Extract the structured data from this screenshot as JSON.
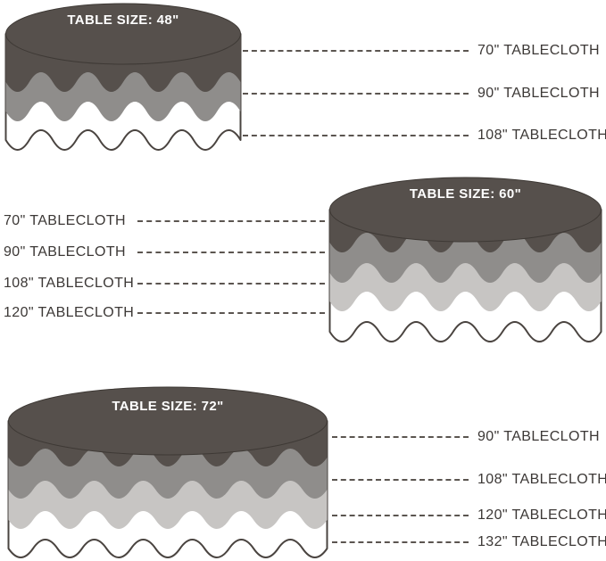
{
  "colors": {
    "table_dark": "#56504C",
    "table_outline": "#3E3935",
    "cloth_medium": "#8F8D8B",
    "cloth_light": "#C7C5C3",
    "cloth_white": "#FFFFFF",
    "wave_outline": "#4A4440",
    "leader_line": "#5B5550",
    "label_text": "#3C3836",
    "title_text": "#FFFFFF"
  },
  "diagrams": [
    {
      "id": "table-48",
      "title": "TABLE SIZE: 48\"",
      "label_side": "right",
      "labels": [
        "70\" TABLECLOTH",
        "90\" TABLECLOTH",
        "108\" TABLECLOTH"
      ]
    },
    {
      "id": "table-60",
      "title": "TABLE SIZE: 60\"",
      "label_side": "left",
      "labels": [
        "70\" TABLECLOTH",
        "90\" TABLECLOTH",
        "108\" TABLECLOTH",
        "120\" TABLECLOTH"
      ]
    },
    {
      "id": "table-72",
      "title": "TABLE SIZE: 72\"",
      "label_side": "right",
      "labels": [
        "90\" TABLECLOTH",
        "108\" TABLECLOTH",
        "120\" TABLECLOTH",
        "132\" TABLECLOTH"
      ]
    }
  ]
}
